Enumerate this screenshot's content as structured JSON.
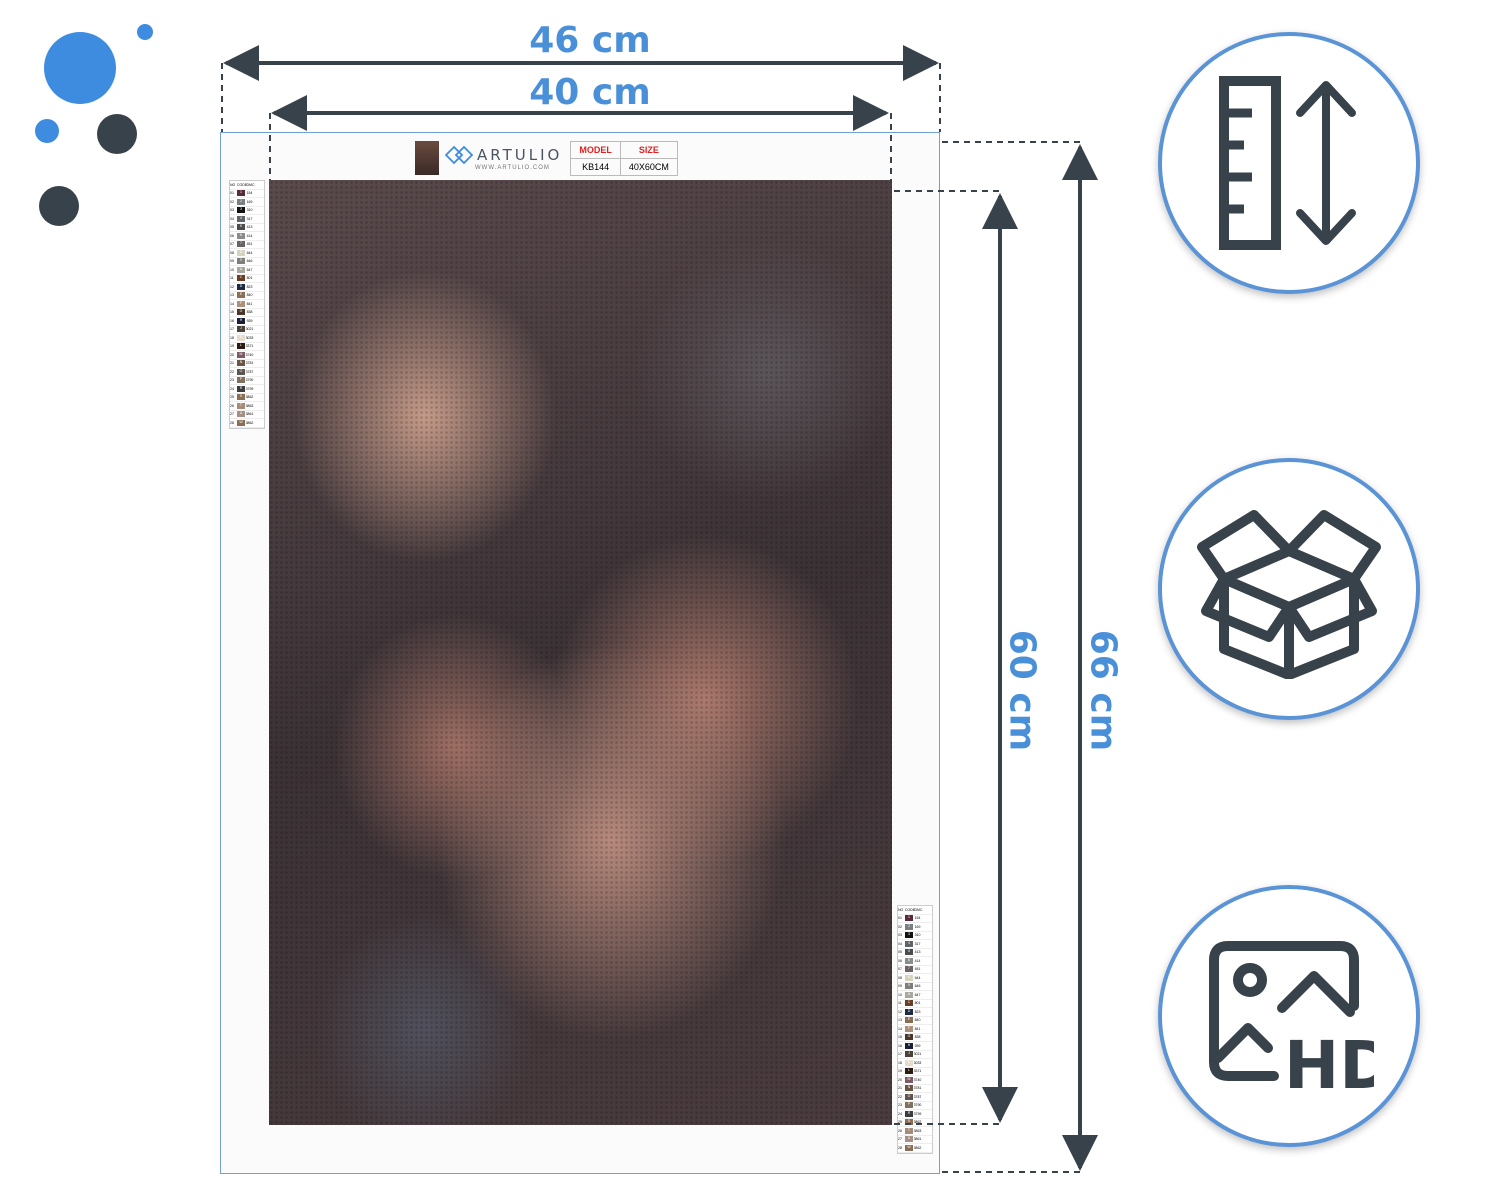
{
  "dimensions": {
    "outer_width": "46 cm",
    "inner_width": "40 cm",
    "inner_height": "60 cm",
    "outer_height": "66 cm"
  },
  "product": {
    "brand": "ARTULIO",
    "brand_url": "WWW.ARTULIO.COM",
    "model_header": "MODEL",
    "size_header": "SIZE",
    "model_value": "KB144",
    "size_value": "40X60CM"
  },
  "legend": {
    "headers": [
      "NO",
      "CODE",
      "DMC"
    ],
    "rows": [
      {
        "no": "01",
        "code": "1",
        "dmc": "154",
        "color": "#5a2a3a"
      },
      {
        "no": "02",
        "code": "2",
        "dmc": "169",
        "color": "#7a7f85"
      },
      {
        "no": "03",
        "code": "3",
        "dmc": "310",
        "color": "#111111"
      },
      {
        "no": "04",
        "code": "4",
        "dmc": "317",
        "color": "#5f6468"
      },
      {
        "no": "05",
        "code": "5",
        "dmc": "413",
        "color": "#4a4c50"
      },
      {
        "no": "06",
        "code": "6",
        "dmc": "414",
        "color": "#8a8c90"
      },
      {
        "no": "07",
        "code": "7",
        "dmc": "451",
        "color": "#6b6263"
      },
      {
        "no": "08",
        "code": "8",
        "dmc": "644",
        "color": "#d8d2c0"
      },
      {
        "no": "09",
        "code": "9",
        "dmc": "646",
        "color": "#7d7f7a"
      },
      {
        "no": "10",
        "code": "A",
        "dmc": "647",
        "color": "#a8a89e"
      },
      {
        "no": "11",
        "code": "C",
        "dmc": "801",
        "color": "#6a3e25"
      },
      {
        "no": "12",
        "code": "D",
        "dmc": "823",
        "color": "#1e2a44"
      },
      {
        "no": "13",
        "code": "E",
        "dmc": "840",
        "color": "#8a6d55"
      },
      {
        "no": "14",
        "code": "F",
        "dmc": "841",
        "color": "#ad907a"
      },
      {
        "no": "15",
        "code": "G",
        "dmc": "838",
        "color": "#4a3528"
      },
      {
        "no": "16",
        "code": "H",
        "dmc": "939",
        "color": "#1a1f36"
      },
      {
        "no": "17",
        "code": "J",
        "dmc": "3021",
        "color": "#4b4138"
      },
      {
        "no": "18",
        "code": "K",
        "dmc": "3033",
        "color": "#e4dccc"
      },
      {
        "no": "19",
        "code": "L",
        "dmc": "3371",
        "color": "#2a1b12"
      },
      {
        "no": "20",
        "code": "M",
        "dmc": "3740",
        "color": "#7b5b66"
      },
      {
        "no": "21",
        "code": "N",
        "dmc": "3781",
        "color": "#6b5646"
      },
      {
        "no": "22",
        "code": "O",
        "dmc": "3787",
        "color": "#5e5550"
      },
      {
        "no": "23",
        "code": "P",
        "dmc": "3790",
        "color": "#7f7060"
      },
      {
        "no": "24",
        "code": "R",
        "dmc": "3799",
        "color": "#3a3c40"
      },
      {
        "no": "25",
        "code": "S",
        "dmc": "3862",
        "color": "#8a6e56"
      },
      {
        "no": "26",
        "code": "T",
        "dmc": "3863",
        "color": "#a58c7a"
      },
      {
        "no": "27",
        "code": "U",
        "dmc": "3861",
        "color": "#a58f86"
      },
      {
        "no": "28",
        "code": "W",
        "dmc": "3862",
        "color": "#8a6e56"
      }
    ]
  },
  "colors": {
    "accent": "#4a90d9",
    "arrow": "#37424a",
    "icon": "#37424a"
  },
  "icons": [
    "ruler-resize-icon",
    "box-icon",
    "hd-image-icon"
  ]
}
